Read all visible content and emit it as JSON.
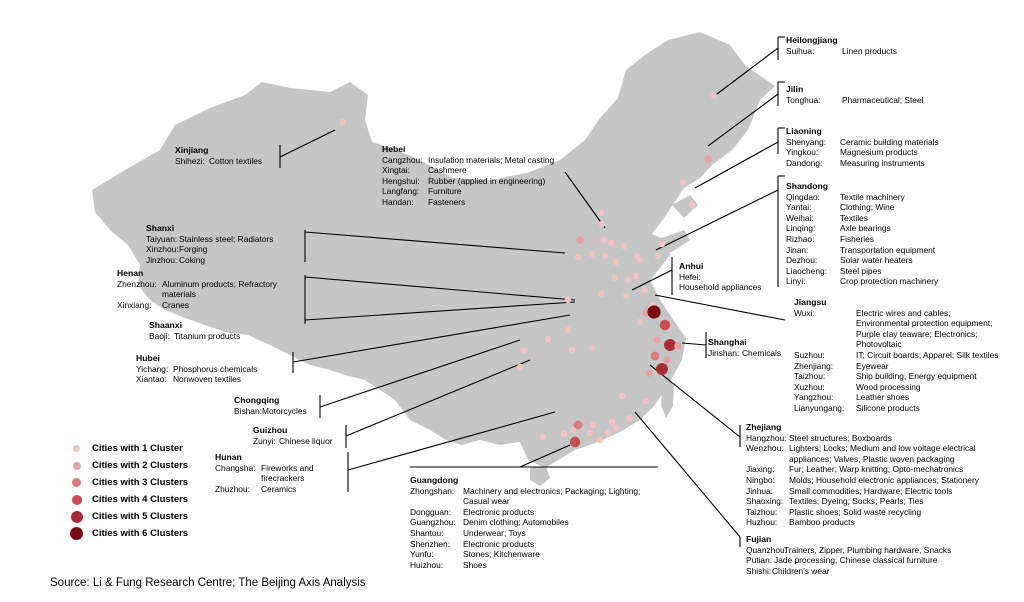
{
  "colors": {
    "land": "#c6c6c6",
    "line": "#000000",
    "cluster_1": "#f2c4c6",
    "cluster_2": "#e3a3a5",
    "cluster_3": "#d77b7d",
    "cluster_4": "#c94c52",
    "cluster_5": "#a52e34",
    "cluster_6": "#7a0a12"
  },
  "legend": [
    {
      "label": "Cities with 1 Cluster",
      "clusters": 1
    },
    {
      "label": "Cities with 2 Clusters",
      "clusters": 2
    },
    {
      "label": "Cities with 3 Clusters",
      "clusters": 3
    },
    {
      "label": "Cities with 4 Clusters",
      "clusters": 4
    },
    {
      "label": "Cities with 5 Clusters",
      "clusters": 5
    },
    {
      "label": "Cities with 6 Clusters",
      "clusters": 6
    }
  ],
  "source": "Source: Li & Fung Research Centre; The Beijing Axis Analysis",
  "provinces": {
    "heilongjiang": {
      "name": "Heilongjiang",
      "cities": [
        {
          "city": "Suihua:",
          "products": "Linen products"
        }
      ]
    },
    "jilin": {
      "name": "Jilin",
      "cities": [
        {
          "city": "Tonghua:",
          "products": "Pharmaceutical; Steel"
        }
      ]
    },
    "liaoning": {
      "name": "Liaoning",
      "cities": [
        {
          "city": "Shenyang:",
          "products": "Ceramic building materials"
        },
        {
          "city": "Yingkou:",
          "products": "Magnesium products"
        },
        {
          "city": "Dandong:",
          "products": "Measuring instruments"
        }
      ]
    },
    "shandong": {
      "name": "Shandong",
      "cities": [
        {
          "city": "Qingdao:",
          "products": "Textile machinery"
        },
        {
          "city": "Yantai:",
          "products": "Clothing; Wine"
        },
        {
          "city": "Weihai:",
          "products": "Textiles"
        },
        {
          "city": "Linqing:",
          "products": "Axle bearings"
        },
        {
          "city": "Rizhao:",
          "products": "Fisheries"
        },
        {
          "city": "Jinan:",
          "products": "Transportation equipment"
        },
        {
          "city": "Dezhou:",
          "products": "Solar water heaters"
        },
        {
          "city": "Liaocheng:",
          "products": "Steel pipes"
        },
        {
          "city": "Linyi:",
          "products": "Crop protection machinery"
        }
      ]
    },
    "xinjiang": {
      "name": "Xinjiang",
      "cities": [
        {
          "city": "Shihezi:",
          "products": "Cotton textiles"
        }
      ]
    },
    "hebei": {
      "name": "Hebei",
      "cities": [
        {
          "city": "Cangzhou:",
          "products": "Insulation materials; Metal casting"
        },
        {
          "city": "Xingtai:",
          "products": "Cashmere"
        },
        {
          "city": "Hengshui:",
          "products": "Rubber (applied in engineering)"
        },
        {
          "city": "Langfang:",
          "products": "Furniture"
        },
        {
          "city": "Handan:",
          "products": "Fasteners"
        }
      ]
    },
    "shanxi": {
      "name": "Shanxi",
      "cities": [
        {
          "city": "Taiyuan:",
          "products": "Stainless steel; Radiators"
        },
        {
          "city": "Xinzhou:",
          "products": "Forging"
        },
        {
          "city": "Jinzhou:",
          "products": "Coking"
        }
      ]
    },
    "henan": {
      "name": "Henan",
      "cities": [
        {
          "city": "Zhenzhou:",
          "products": "Aluminum products; Refractory materials"
        },
        {
          "city": "Xinxiang:",
          "products": "Cranes"
        }
      ]
    },
    "shaanxi": {
      "name": "Shaanxi",
      "cities": [
        {
          "city": "Baoji:",
          "products": "Titanium products"
        }
      ]
    },
    "hubei": {
      "name": "Hubei",
      "cities": [
        {
          "city": "Yichang:",
          "products": "Phosphorus chemicals"
        },
        {
          "city": "Xiantao:",
          "products": "Nonwoven textiles"
        }
      ]
    },
    "chongqing": {
      "name": "Chongqing",
      "cities": [
        {
          "city": "Bishan:",
          "products": "Motorcycles"
        }
      ]
    },
    "guizhou": {
      "name": "Guizhou",
      "cities": [
        {
          "city": "Zunyi:",
          "products": "Chinese liquor"
        }
      ]
    },
    "hunan": {
      "name": "Hunan",
      "cities": [
        {
          "city": "Changsha:",
          "products": "Fireworks and firecrackers"
        },
        {
          "city": "Zhuzhou:",
          "products": "Ceramics"
        }
      ]
    },
    "anhui": {
      "name": "Anhui",
      "cities": [
        {
          "city": "Hefei:",
          "products": "Household appliances"
        }
      ]
    },
    "shanghai": {
      "name": "Shanghai",
      "cities": [
        {
          "city": "Jinshan:",
          "products": "Chemicals"
        }
      ]
    },
    "jiangsu": {
      "name": "Jiangsu",
      "cities": [
        {
          "city": "Wuxi:",
          "products": "Electric wires and cables; Environmental protection equipment; Purple clay teaware; Electronics; Photovoltaic"
        },
        {
          "city": "Suzhou:",
          "products": "IT; Circuit boards; Apparel; Silk textiles"
        },
        {
          "city": "Zhenjiang:",
          "products": "Eyewear"
        },
        {
          "city": "Taizhou:",
          "products": "Ship building; Energy equipment"
        },
        {
          "city": "Xuzhou:",
          "products": "Wood processing"
        },
        {
          "city": "Yangzhou:",
          "products": "Leather shoes"
        },
        {
          "city": "Lianyungang:",
          "products": "Silicone products"
        }
      ]
    },
    "zhejiang": {
      "name": "Zhejiang",
      "cities": [
        {
          "city": "Hangzhou:",
          "products": "Steel structures; Boxboards"
        },
        {
          "city": "Wenzhou:",
          "products": "Lighters; Locks; Medium and low voltage electrical appliances; Valves; Plastic woven packaging"
        },
        {
          "city": "Jiaxing:",
          "products": "Fur; Leather; Warp knitting; Opto-mechatronics"
        },
        {
          "city": "Ningbo:",
          "products": "Molds; Household electronic appliances; Stationery"
        },
        {
          "city": "Jinhua:",
          "products": "Small commodities; Hardware; Electric tools"
        },
        {
          "city": "Shaoxing:",
          "products": "Textiles; Dyeing; Socks; Pearls; Ties"
        },
        {
          "city": "Taizhou:",
          "products": "Plastic shoes; Solid waste recycling"
        },
        {
          "city": "Huzhou:",
          "products": "Bamboo products"
        }
      ]
    },
    "fujian": {
      "name": "Fujian",
      "cities": [
        {
          "city": "Quanzhou:",
          "products": "Trainers, Zipper,  Plumbing hardware, Snacks"
        },
        {
          "city": "Putian:",
          "products": "Jade processing, Chinese classical furniture"
        },
        {
          "city": "Shishi:",
          "products": "Children's wear"
        }
      ]
    },
    "guangdong": {
      "name": "Guangdong",
      "cities": [
        {
          "city": "Zhongshan:",
          "products": "Machinery and electronics; Packaging; Lighting; Casual wear"
        },
        {
          "city": "Dongguan:",
          "products": "Electronic products"
        },
        {
          "city": "Guangzhou:",
          "products": "Denim clothing; Automobiles"
        },
        {
          "city": "Shantou:",
          "products": "Underwear; Toys"
        },
        {
          "city": "Shenzhen:",
          "products": "Electronic products"
        },
        {
          "city": "Yunfu:",
          "products": "Stones; Kitchenware"
        },
        {
          "city": "Huizhou:",
          "products": "Shoes"
        }
      ]
    }
  }
}
